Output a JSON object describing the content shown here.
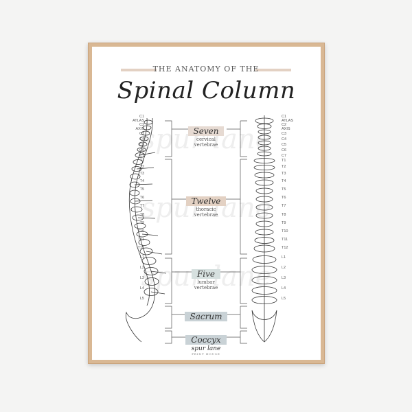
{
  "poster": {
    "eyebrow": "THE ANATOMY OF THE",
    "title": "Spinal Column",
    "maker": "spur lane",
    "maker_sub": "PRINT HOUSE"
  },
  "regions": [
    {
      "number": "Seven",
      "name": "cervical",
      "unit": "vertebrae",
      "color": "#e6dad2"
    },
    {
      "number": "Twelve",
      "name": "thoracic",
      "unit": "vertebrae",
      "color": "#e3d1c3"
    },
    {
      "number": "Five",
      "name": "lumbar",
      "unit": "vertebrae",
      "color": "#d6e0df"
    },
    {
      "number": "Sacrum",
      "color": "#c9d2d6"
    },
    {
      "number": "Coccyx",
      "color": "#c9d2d6"
    }
  ],
  "left_labels": [
    "C1",
    "ATLAS",
    "C2",
    "AXIS",
    "C3",
    "C4",
    "C5",
    "C6",
    "C7",
    "T1",
    "T2",
    "T3",
    "T4",
    "T5",
    "T6",
    "T7",
    "T8",
    "T9",
    "T10",
    "T11",
    "T12",
    "L1",
    "L2",
    "L3",
    "L4",
    "L5"
  ],
  "right_labels": [
    "C1",
    "ATLAS",
    "C2",
    "AXIS",
    "C3",
    "C4",
    "C5",
    "C6",
    "C7",
    "T1",
    "T2",
    "T3",
    "T4",
    "T5",
    "T6",
    "T7",
    "T8",
    "T9",
    "T10",
    "T11",
    "T12",
    "L1",
    "L2",
    "L3",
    "L4",
    "L5"
  ],
  "colors": {
    "frame": "#d9b894",
    "ink": "#333333",
    "accent": "#e3d1c3"
  }
}
